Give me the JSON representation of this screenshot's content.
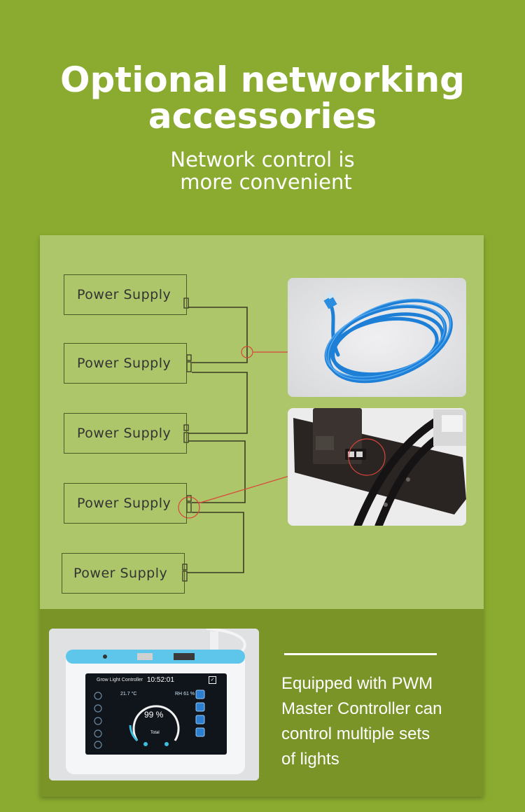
{
  "header": {
    "title_line1": "Optional networking",
    "title_line2": "accessories",
    "subtitle_line1": "Network control is",
    "subtitle_line2": "more convenient"
  },
  "diagram": {
    "power_supplies": [
      "Power Supply",
      "Power Supply",
      "Power Supply",
      "Power Supply",
      "Power Supply"
    ],
    "wire_color": "#3a3a22",
    "highlight_color": "#d9453a"
  },
  "controller_screen": {
    "app_title": "Grow Light Controller",
    "time": "10:52:01",
    "temperature": "21.7",
    "temperature_unit": "°C",
    "humidity_label": "RH",
    "humidity": "61",
    "humidity_unit": "%",
    "dial_value": "99 %",
    "dial_label": "Total"
  },
  "feature": {
    "line1": "Equipped with PWM",
    "line2": "Master Controller can",
    "line3": "control multiple sets",
    "line4": "of lights"
  },
  "colors": {
    "background": "#8aab2f",
    "panel_light": "#adc66a",
    "panel_dark": "#7a9428",
    "cable_blue": "#1e7fd6"
  }
}
